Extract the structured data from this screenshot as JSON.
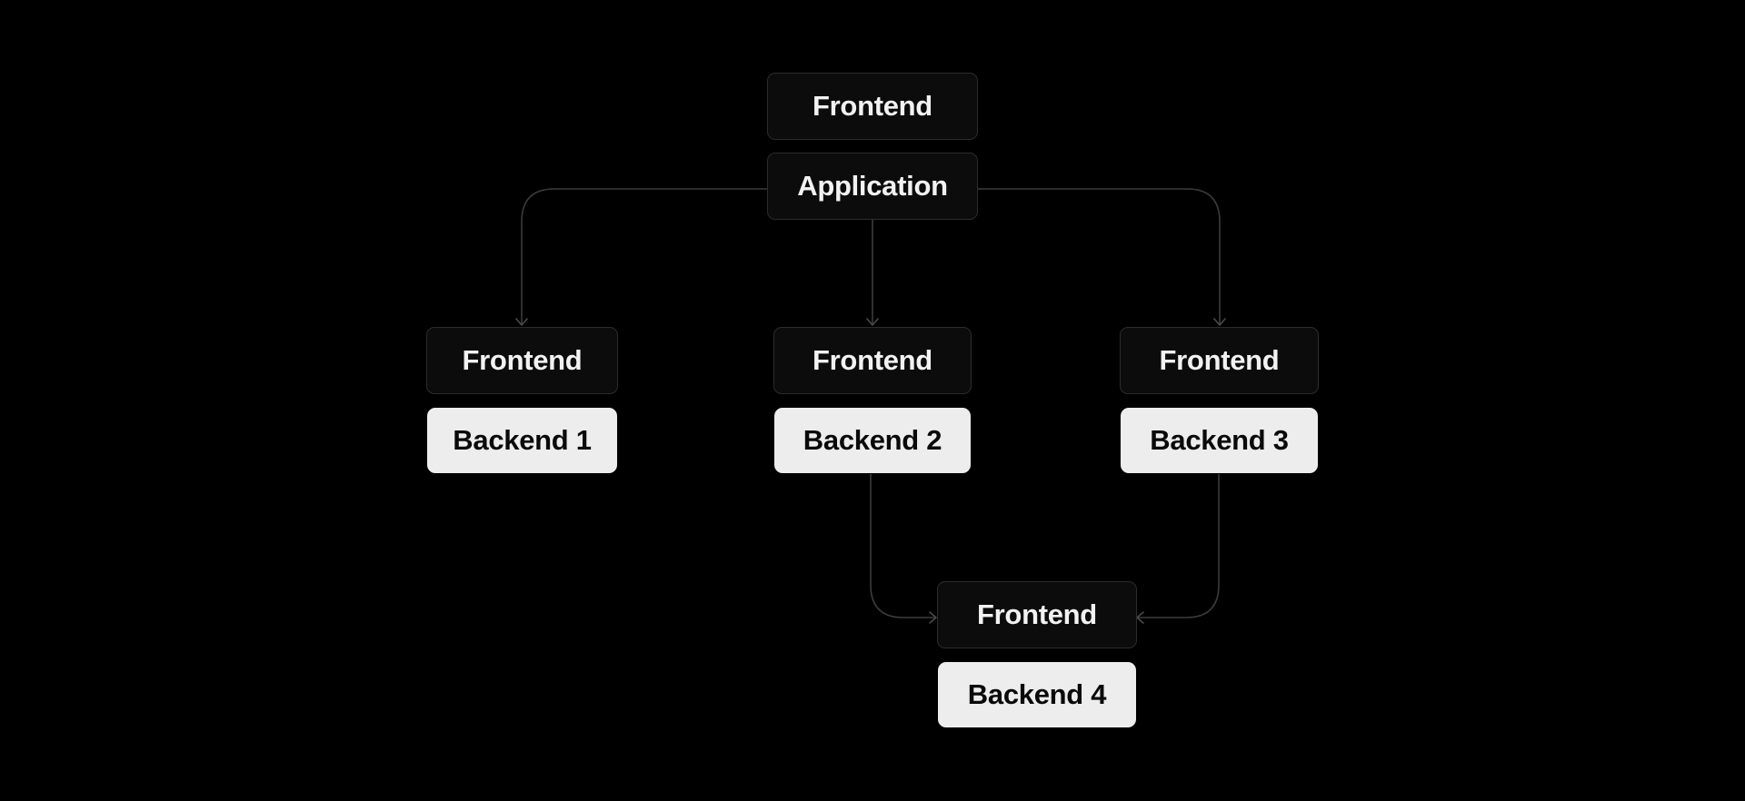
{
  "diagram": {
    "top": {
      "frontend": "Frontend",
      "application": "Application"
    },
    "node1": {
      "frontend": "Frontend",
      "backend": "Backend 1"
    },
    "node2": {
      "frontend": "Frontend",
      "backend": "Backend 2"
    },
    "node3": {
      "frontend": "Frontend",
      "backend": "Backend 3"
    },
    "node4": {
      "frontend": "Frontend",
      "backend": "Backend 4"
    }
  },
  "colors": {
    "background": "#000000",
    "dark_box": "#0c0c0c",
    "light_box": "#ededed",
    "connector": "#3c3c3c"
  }
}
